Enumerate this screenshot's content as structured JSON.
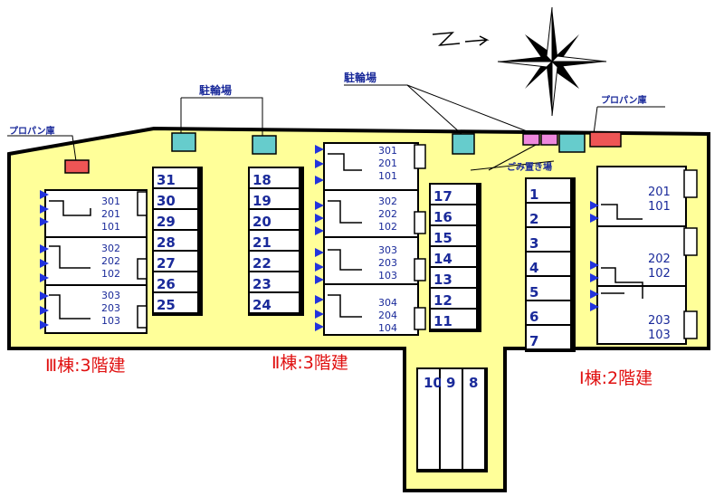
{
  "labels": {
    "bicycle_left": "駐輪場",
    "bicycle_right": "駐輪場",
    "propane_left": "プロパン庫",
    "propane_right": "プロパン庫",
    "garbage": "ごみ置き場"
  },
  "buildings": {
    "b3": {
      "caption": "Ⅲ棟:3階建",
      "units": [
        [
          "301",
          "201",
          "101"
        ],
        [
          "302",
          "202",
          "102"
        ],
        [
          "303",
          "203",
          "103"
        ]
      ]
    },
    "b2": {
      "caption": "Ⅱ棟:3階建",
      "units": [
        [
          "301",
          "201",
          "101"
        ],
        [
          "302",
          "202",
          "102"
        ],
        [
          "303",
          "203",
          "103"
        ],
        [
          "304",
          "204",
          "104"
        ]
      ]
    },
    "b1": {
      "caption": "Ⅰ棟:2階建",
      "units": [
        [
          "201",
          "101"
        ],
        [
          "202",
          "102"
        ],
        [
          "203",
          "103"
        ]
      ]
    }
  },
  "parking": {
    "col_31_25": [
      "31",
      "30",
      "29",
      "28",
      "27",
      "26",
      "25"
    ],
    "col_18_24": [
      "18",
      "19",
      "20",
      "21",
      "22",
      "23",
      "24"
    ],
    "col_17_11": [
      "17",
      "16",
      "15",
      "14",
      "13",
      "12",
      "11"
    ],
    "col_1_7": [
      "1",
      "2",
      "3",
      "4",
      "5",
      "6",
      "7"
    ],
    "bottom": [
      "10",
      "9",
      "8"
    ]
  },
  "colors": {
    "site": "#ffff99",
    "outline": "#000000",
    "bicycle": "#66cccc",
    "propane": "#ee5555",
    "garbage": "#ee88dd",
    "text_blue": "#1a2a9a",
    "caption_red": "#e01010"
  },
  "icons": [
    "compass-rose-icon",
    "north-arrow-icon",
    "entrance-arrow-icon"
  ]
}
